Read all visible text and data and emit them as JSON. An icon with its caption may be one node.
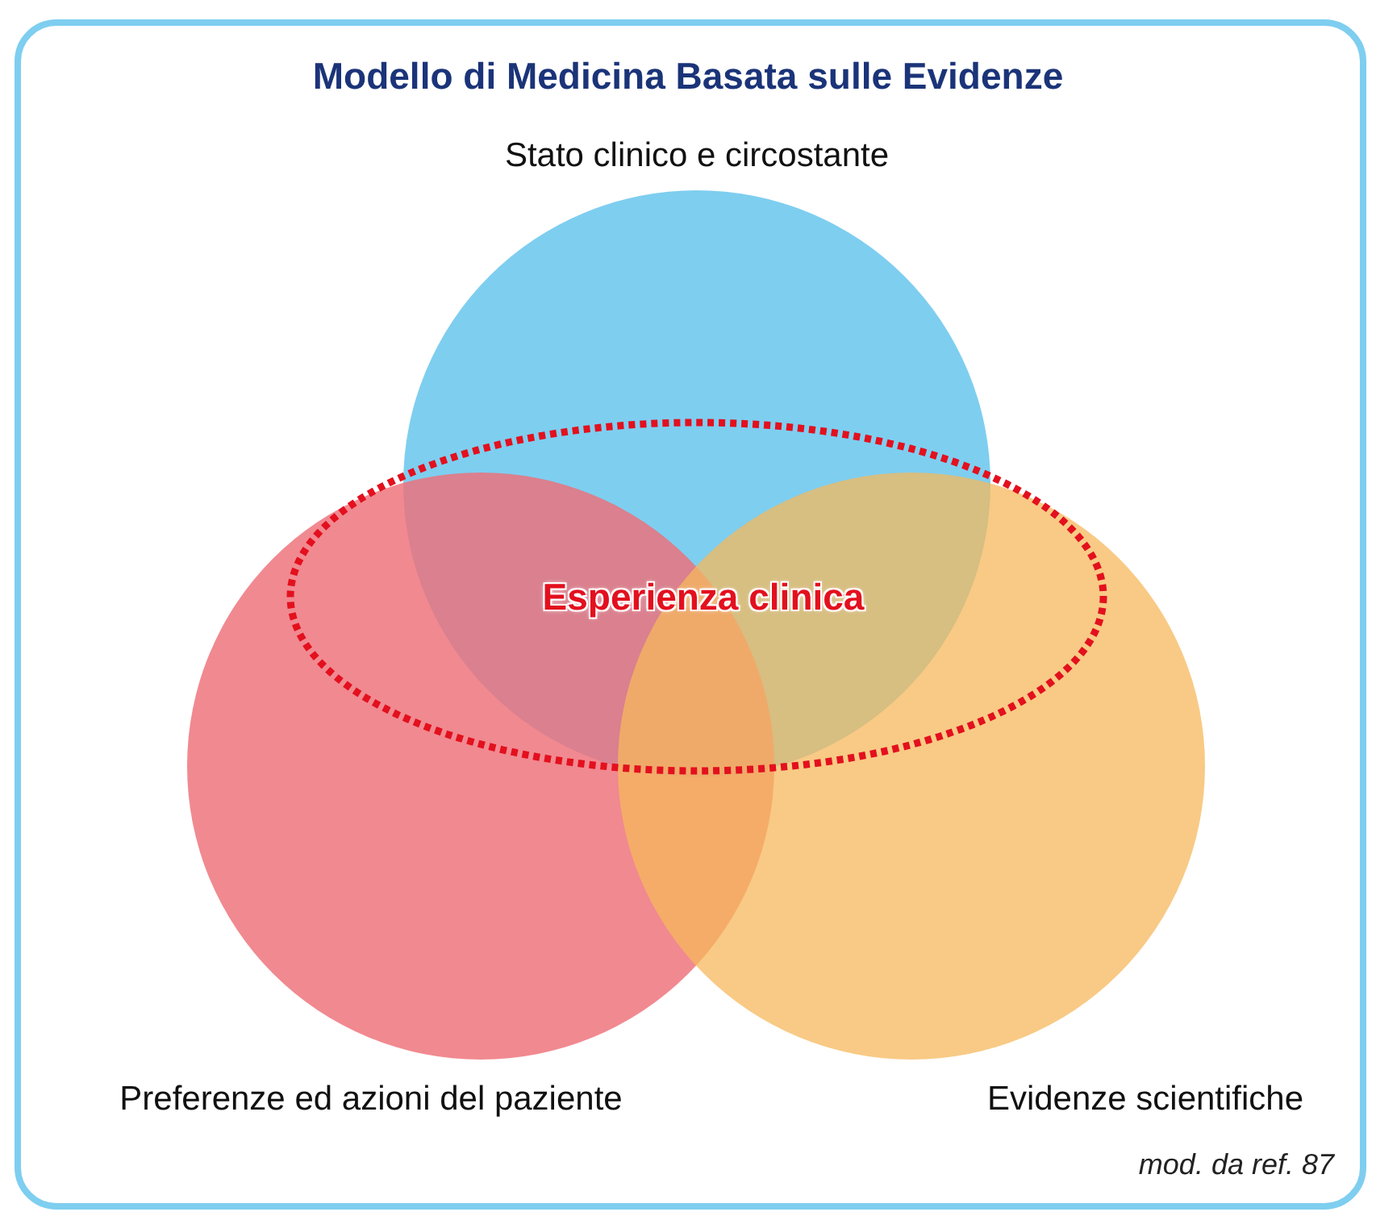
{
  "diagram": {
    "title": "Modello di Medicina Basata sulle Evidenze",
    "nodes": [
      {
        "text": [
          "Stato clinico e circostante"
        ]
      },
      {
        "text": [
          "Preferenze ed azioni del paziente"
        ]
      },
      {
        "text": [
          "Evidenze scientifiche"
        ]
      },
      {
        "text": [
          "Esperienza clinica"
        ]
      }
    ],
    "edges": [],
    "caption": "mod. da ref. 87"
  }
}
